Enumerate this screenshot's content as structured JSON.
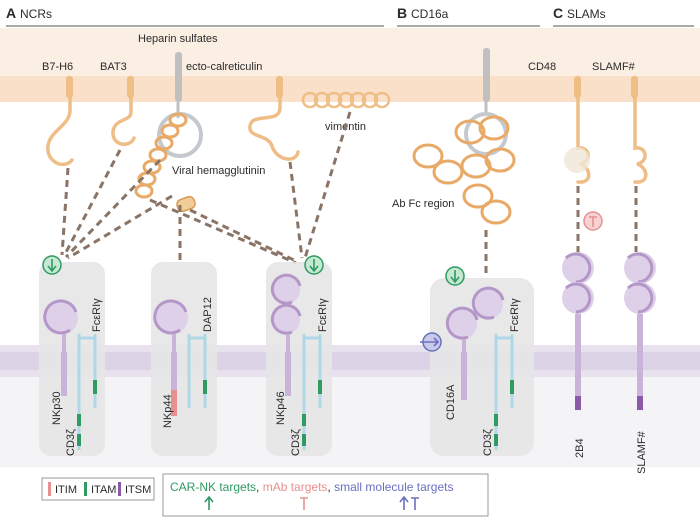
{
  "panels": {
    "a": {
      "letter": "A",
      "title": "NCRs"
    },
    "b": {
      "letter": "B",
      "title": "CD16a"
    },
    "c": {
      "letter": "C",
      "title": "SLAMs"
    }
  },
  "ligands": {
    "b7h6": "B7-H6",
    "bat3": "BAT3",
    "heparin": "Heparin sulfates",
    "calreticulin": "ecto-calreticulin",
    "vimentin": "vimentin",
    "viral_ha": "Viral hemagglutinin",
    "ab_fc": "Ab Fc region",
    "cd48": "CD48",
    "slamf": "SLAMF#"
  },
  "receptors": {
    "nkp30": "NKp30",
    "nkp44": "NKp44",
    "nkp46": "NKp46",
    "cd16a": "CD16A",
    "r2b4": "2B4",
    "slamf": "SLAMF#"
  },
  "adaptors": {
    "fceri_1": "FcεRIγ",
    "dap12": "DAP12",
    "fceri_2": "FcεRIγ",
    "fceri_3": "FcεRIγ",
    "cd3z_1": "CD3ζ",
    "cd3z_2": "CD3ζ",
    "cd3z_3": "CD3ζ"
  },
  "legend": {
    "motifs": [
      {
        "label": "ITIM",
        "color": "#e8908f"
      },
      {
        "label": "ITAM",
        "color": "#2f9a63"
      },
      {
        "label": "ITSM",
        "color": "#8a5aa8"
      }
    ],
    "targets": {
      "car_nk": "CAR-NK targets",
      "sep1": ", ",
      "mab": "mAb targets",
      "sep2": ", ",
      "small_molecule": "small molecule targets"
    }
  },
  "colors": {
    "outside_band": "#fae0c9",
    "ligand": "#efbd86",
    "ligand_stroke": "#d99a55",
    "receptor": "#c9b3d8",
    "receptor_stroke": "#8f6aaa",
    "adaptor": "#aed8e6",
    "itam": "#2f9a63",
    "itim": "#e8908f",
    "itsm": "#8a5aa8",
    "car_nk": "#2f9a63",
    "mab": "#e8908f",
    "small_molecule": "#6a6fbf",
    "membrane": "#dcd4e6"
  }
}
